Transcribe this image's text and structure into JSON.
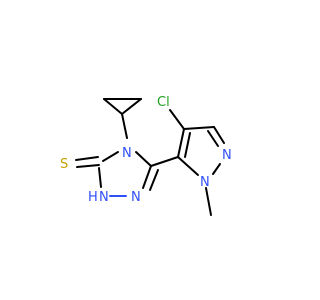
{
  "colors": {
    "carbon_bond": "#000000",
    "nitrogen": "#3050F8",
    "sulfur": "#C8A000",
    "chlorine": "#1FA01F"
  },
  "atoms": {
    "S": "S",
    "N4": "N",
    "N_H": "N",
    "H": "H",
    "N2": "N",
    "N_py1": "N",
    "N_py2": "N",
    "Cl": "Cl"
  }
}
